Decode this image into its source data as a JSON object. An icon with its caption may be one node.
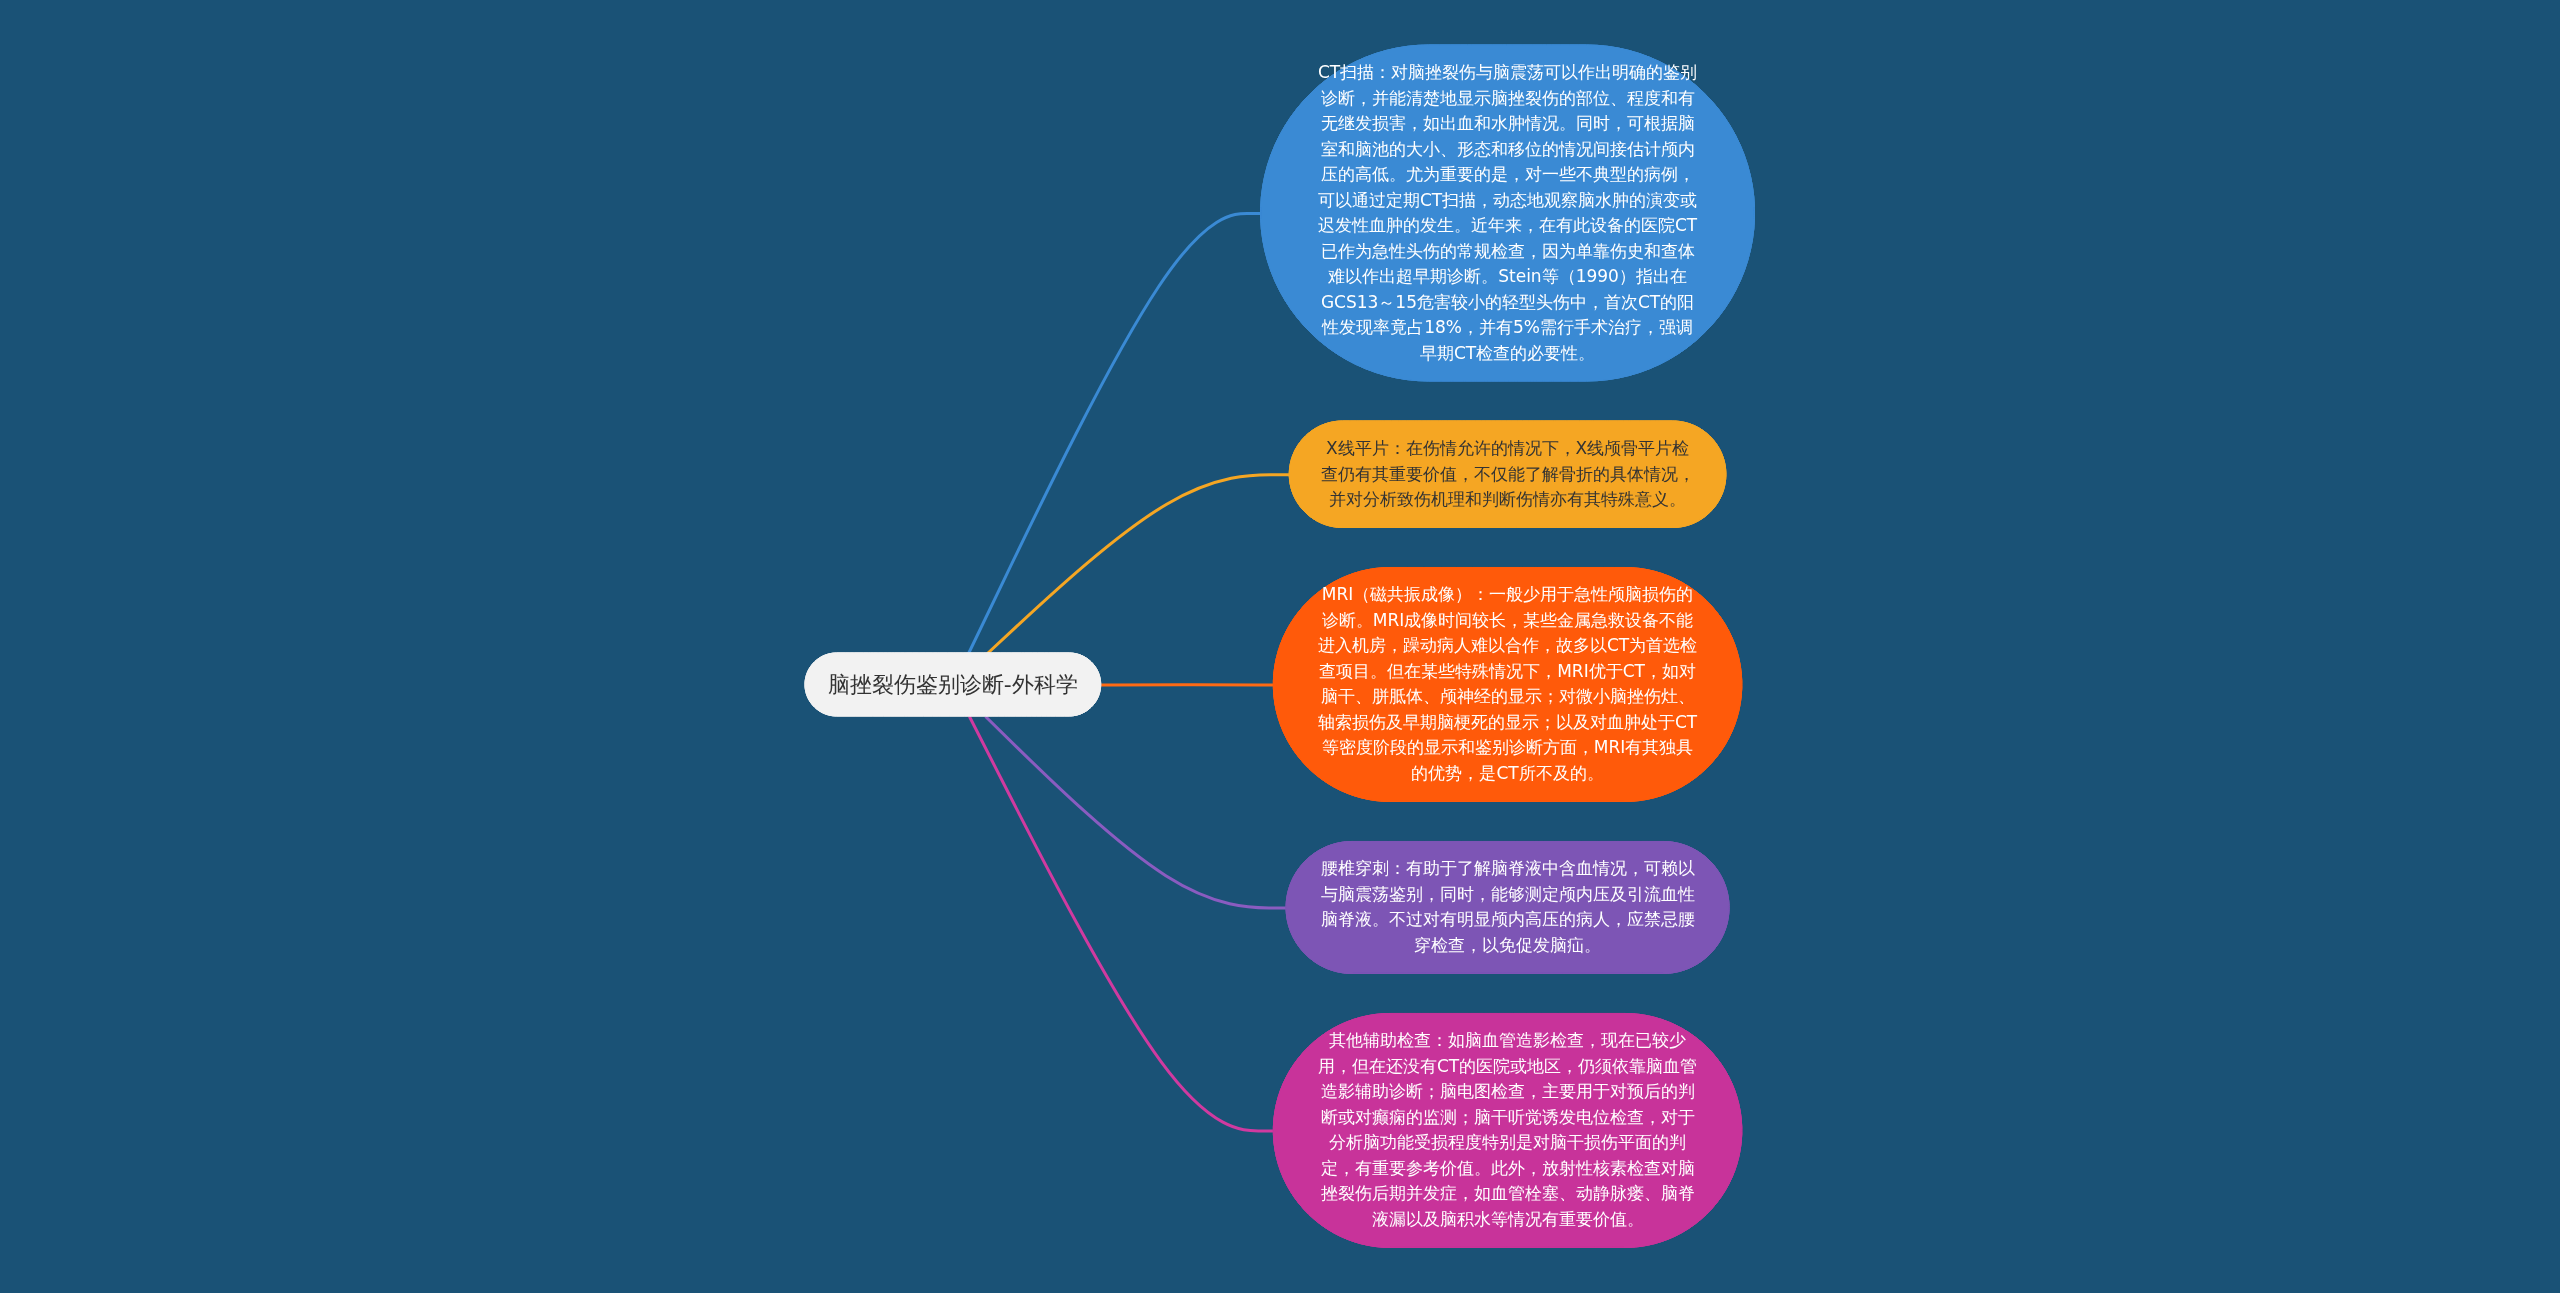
{
  "diagram": {
    "nodes": [
      {
        "text": [
          "脑挫裂伤鉴别诊断-外科学"
        ]
      },
      {
        "text": [
          "CT扫描：对脑挫裂伤与脑震荡可以作出明确的鉴别诊断，并能清楚地显示脑挫裂伤的部位、程度和有无继发损害，如出血和水肿情况。同时，可根据脑室和脑池的大小、形态和移位的情况间接估计颅内压的高低。尤为重要的是，对一些不典型的病例，可以通过定期CT扫描，动态地观察脑水肿的演变或迟发性血肿的发生。近年来，在有此设备的医院CT已作为急性头伤的常规检查，因为单靠伤史和查体难以作出超早期诊断。Stein等（1990）指出在GCS13～15危害较小的轻型头伤中，首次CT的阳性发现率竟占18%，并有5%需行手术治疗，强调早期CT检查的必要性。"
        ]
      },
      {
        "text": [
          "X线平片：在伤情允许的情况下，X线颅骨平片检查仍有其重要价值，不仅能了解骨折的具体情况，并对分析致伤机理和判断伤情亦有其特殊意义。"
        ]
      },
      {
        "text": [
          "MRI（磁共振成像）：一般少用于急性颅脑损伤的诊断。MRI成像时间较长，某些金属急救设备不能进入机房，躁动病人难以合作，故多以CT为首选检查项目。但在某些特殊情况下，MRI优于CT，如对脑干、胼胝体、颅神经的显示；对微小脑挫伤灶、轴索损伤及早期脑梗死的显示；以及对血肿处于CT等密度阶段的显示和鉴别诊断方面，MRI有其独具的优势，是CT所不及的。"
        ]
      },
      {
        "text": [
          "腰椎穿刺：有助于了解脑脊液中含血情况，可赖以与脑震荡鉴别，同时，能够测定颅内压及引流血性脑脊液。不过对有明显颅内高压的病人，应禁忌腰穿检查，以免促发脑疝。"
        ]
      },
      {
        "text": [
          "其他辅助检查：如脑血管造影检查，现在已较少用，但在还没有CT的医院或地区，仍须依靠脑血管造影辅助诊断；脑电图检查，主要用于对预后的判断或对癫痫的监测；脑干听觉诱发电位检查，对于分析脑功能受损程度特别是对脑干损伤平面的判定，有重要参考价值。此外，放射性核素检查对脑挫裂伤后期并发症，如血管栓塞、动静脉瘘、脑脊液漏以及脑积水等情况有重要价值。"
        ]
      }
    ],
    "edges": [
      {
        "from": 0,
        "to": 1,
        "arrow": "none",
        "color": "#3a8ad4"
      },
      {
        "from": 0,
        "to": 2,
        "arrow": "none",
        "color": "#f5a623"
      },
      {
        "from": 0,
        "to": 3,
        "arrow": "none",
        "color": "#ff6a13"
      },
      {
        "from": 0,
        "to": 4,
        "arrow": "none",
        "color": "#8a5cc0"
      },
      {
        "from": 0,
        "to": 5,
        "arrow": "none",
        "color": "#d03aa0"
      }
    ]
  }
}
